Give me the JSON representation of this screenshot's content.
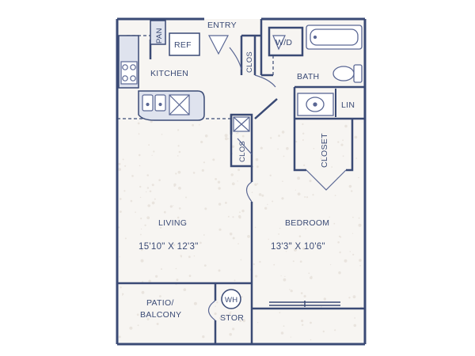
{
  "colors": {
    "wall": "#3a4a75",
    "wall_fill": "#ffffff",
    "floor": "#f7f5f2",
    "floor_speckle": "#e9e4de",
    "counter": "#dfe3ee",
    "detail": "#5a6794"
  },
  "rooms": {
    "entry": "ENTRY",
    "kitchen": "KITCHEN",
    "pan": "PAN",
    "ref": "REF",
    "clos_entry": "CLOS",
    "wd": "W/D",
    "bath": "BATH",
    "lin": "LIN",
    "closet": "CLOSET",
    "clos_mid": "CLOS",
    "living": "LIVING",
    "living_dim": "15'10\" X 12'3\"",
    "bedroom": "BEDROOM",
    "bedroom_dim": "13'3\" X 10'6\"",
    "patio_line1": "PATIO/",
    "patio_line2": "BALCONY",
    "wh": "WH",
    "stor": "STOR"
  },
  "icons": {
    "stove": "stove-burners-icon",
    "sink": "double-sink-icon",
    "dishwasher": "dishwasher-icon",
    "tub": "bathtub-icon",
    "toilet": "toilet-icon",
    "lavatory": "bathroom-sink-icon",
    "water_heater": "water-heater-icon"
  }
}
